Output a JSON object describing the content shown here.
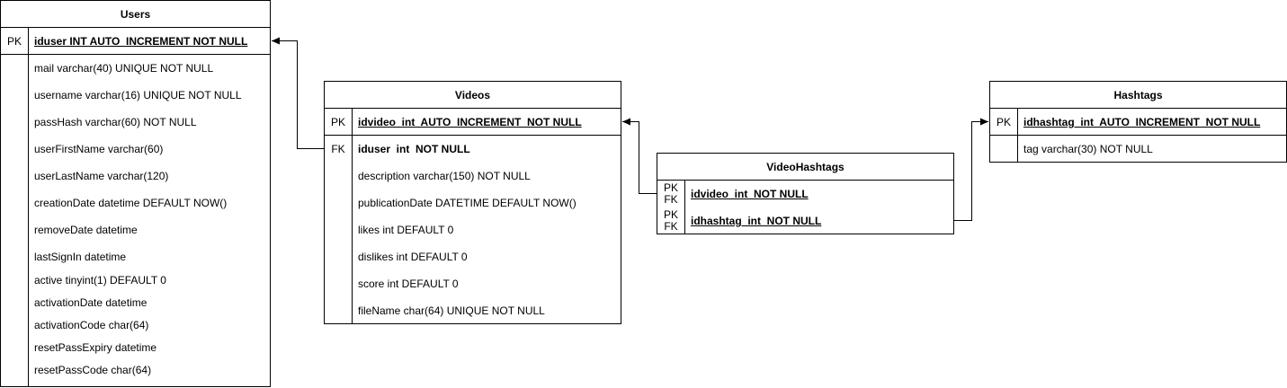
{
  "tables": {
    "users": {
      "title": "Users",
      "pk_key": "PK",
      "pk_field": "iduser INT AUTO_INCREMENT NOT NULL",
      "fields": [
        "mail varchar(40) UNIQUE NOT NULL",
        "username varchar(16) UNIQUE NOT NULL",
        "passHash varchar(60) NOT NULL",
        "userFirstName varchar(60)",
        "userLastName varchar(120)",
        "creationDate datetime DEFAULT NOW()",
        "removeDate datetime",
        "lastSignIn datetime",
        "active tinyint(1) DEFAULT 0",
        "activationDate datetime",
        "activationCode char(64)",
        "resetPassExpiry datetime",
        "resetPassCode char(64)"
      ]
    },
    "videos": {
      "title": "Videos",
      "pk_key": "PK",
      "pk_field": "idvideo  int  AUTO_INCREMENT  NOT NULL",
      "fk_key": "FK",
      "fk_field": "iduser  int  NOT NULL",
      "fields": [
        "description varchar(150) NOT NULL",
        "publicationDate DATETIME DEFAULT NOW()",
        "likes int DEFAULT 0",
        "dislikes int DEFAULT 0",
        "score int DEFAULT 0",
        "fileName char(64) UNIQUE NOT NULL"
      ]
    },
    "videohashtags": {
      "title": "VideoHashtags",
      "rows": [
        {
          "key1": "PK",
          "key2": "FK",
          "field": "idvideo  int  NOT NULL"
        },
        {
          "key1": "PK",
          "key2": "FK",
          "field": "idhashtag  int  NOT NULL"
        }
      ]
    },
    "hashtags": {
      "title": "Hashtags",
      "pk_key": "PK",
      "pk_field": "idhashtag  int  AUTO_INCREMENT  NOT NULL",
      "fields": [
        "tag varchar(30) NOT NULL"
      ]
    }
  },
  "relationships": [
    {
      "from": "Videos.iduser",
      "to": "Users.iduser"
    },
    {
      "from": "VideoHashtags.idvideo",
      "to": "Videos.idvideo"
    },
    {
      "from": "VideoHashtags.idhashtag",
      "to": "Hashtags.idhashtag"
    }
  ],
  "colors": {
    "line": "#000000",
    "background": "#ffffff",
    "text": "#000000"
  }
}
